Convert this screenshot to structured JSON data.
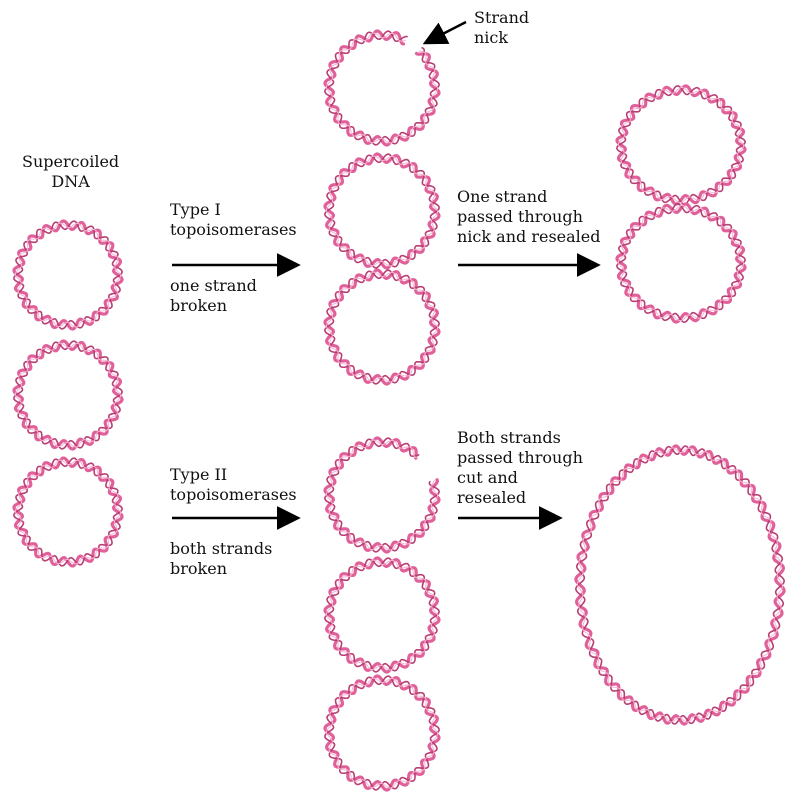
{
  "labels": {
    "supercoiled": "Supercoiled\nDNA",
    "strand_nick": "Strand\nnick",
    "type1": "Type I\ntopoisomerases",
    "type1_note": "one strand\nbroken",
    "one_strand_passed": "One strand\npassed through\nnick and resealed",
    "type2": "Type II\ntopoisomerases",
    "type2_note": "both strands\nbroken",
    "both_strands_passed": "Both strands\npassed through\ncut and\nresealed"
  },
  "colors": {
    "dna": "#e0609a",
    "dna_highlight": "#f7b3d0",
    "dna_dark": "#b83f74",
    "arrow": "#000000",
    "text": "#111111"
  }
}
